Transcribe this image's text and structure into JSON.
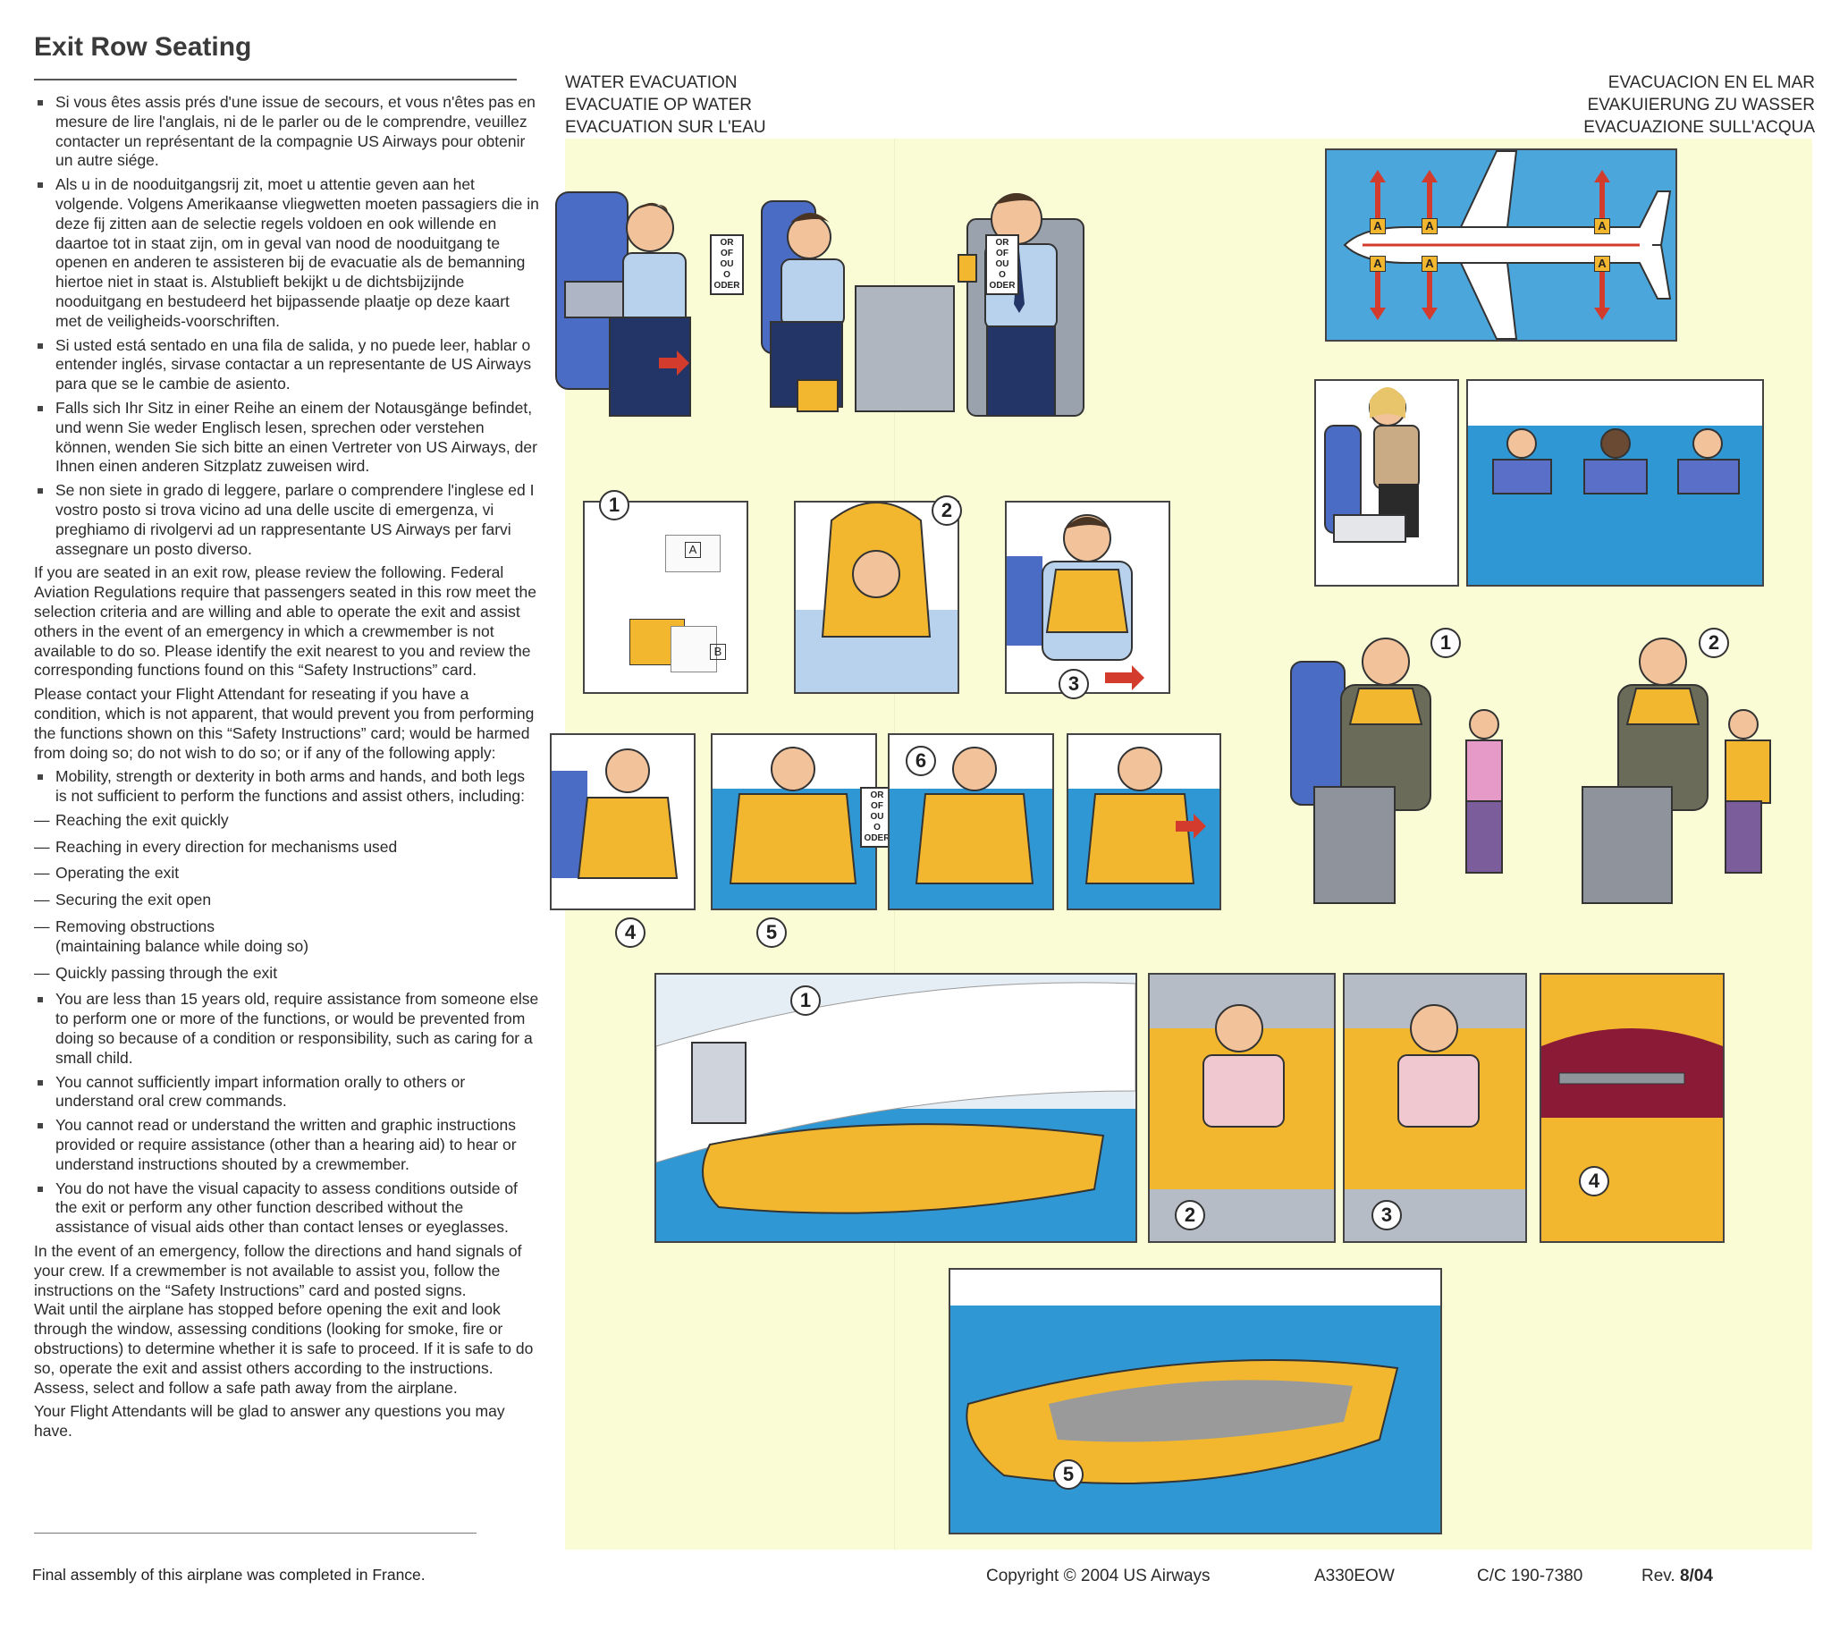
{
  "title": "Exit Row Seating",
  "bullets_intro": [
    "Si vous êtes assis prés d'une issue de secours, et vous n'êtes pas en mesure de lire l'anglais, ni de le parler ou de le comprendre, veuillez contacter un représentant de la compagnie US Airways pour obtenir un autre siége.",
    "Als u in de nooduitgangsrij zit, moet u attentie geven aan het volgende. Volgens Amerikaanse vliegwetten moeten passagiers die in deze fij zitten aan de selectie regels voldoen en ook willende en daartoe tot in staat zijn, om in geval van nood de nooduitgang te openen en anderen te assisteren bij de evacuatie als de bemanning hiertoe niet in staat is. Alstublieft bekijkt u de dichtsbijzijnde nooduitgang en bestudeerd het bijpassende plaatje op deze kaart met de veiligheids-voorschriften.",
    "Si usted está sentado en una fila de salida, y no puede leer, hablar o entender inglés, sirvase contactar a un representante de US Airways para que se le cambie de asiento.",
    "Falls sich Ihr Sitz in einer Reihe an einem der Notausgänge befindet, und wenn Sie weder Englisch lesen, sprechen oder verstehen können, wenden Sie sich bitte an einen Vertreter von US Airways, der Ihnen einen anderen Sitzplatz zuweisen wird.",
    "Se non siete in grado di leggere, parlare o comprendere l'inglese ed I vostro posto si trova vicino ad una delle uscite di emergenza, vi preghiamo di rivolgervi ad un rappresentante US Airways per farvi assegnare un posto diverso."
  ],
  "para_exit_row": "If you are seated in an exit row, please review the following. Federal Aviation Regulations require that passengers seated in this row meet the selection criteria and are willing and able to operate the exit and assist others in the event of an emergency in which a crewmember is not available to do so. Please identify the exit nearest to you and review the corresponding functions found on this “Safety Instructions” card.",
  "para_contact": "Please contact your Flight Attendant for reseating if you have a condition, which is not apparent, that would prevent you from performing the functions shown on this “Safety Instructions” card; would be harmed from doing so; do not wish to do so; or if any of the following apply:",
  "bullet_mobility": "Mobility, strength or dexterity in both arms and hands, and both legs is not sufficient to perform the functions and assist others, including:",
  "dashes": [
    "Reaching the exit quickly",
    "Reaching in every direction for mechanisms used",
    "Operating the exit",
    "Securing the exit open",
    "Removing obstructions",
    "Quickly passing through the exit"
  ],
  "dash_obstruction_note": "(maintaining balance while doing so)",
  "bullets_conditions": [
    "You are less than 15 years old, require assistance from someone else to perform one or more of the functions, or would be prevented from doing so because of a condition or responsibility, such as caring for a small child.",
    "You cannot sufficiently impart information orally to others or understand oral crew commands.",
    "You cannot read or understand the written and graphic instructions provided or require assistance (other than a hearing aid) to hear or understand instructions shouted by a crewmember.",
    "You do not have the visual capacity to assess conditions outside of the exit or perform any other function described without the assistance of visual aids other than contact lenses or eyeglasses."
  ],
  "para_emergency": "In the event of an emergency, follow the directions and hand signals of your crew. If a crewmember is not available to assist you, follow the instructions on the “Safety Instructions” card and posted signs.",
  "para_wait": "Wait until the airplane has stopped before opening the exit and look through the window, assessing conditions (looking for smoke, fire or obstructions) to determine whether it is safe to proceed. If it is safe to do so, operate the exit and assist others according to the instructions. Assess, select and follow a safe path away from the airplane.",
  "para_attendants": "Your Flight Attendants will be glad to answer any questions you may have.",
  "assembly_note": "Final assembly of this airplane was completed in France.",
  "heading_left": [
    "WATER EVACUATION",
    "EVACUATIE OP WATER",
    "EVACUATION SUR L'EAU"
  ],
  "heading_right": [
    "EVACUACION EN EL MAR",
    "EVAKUIERUNG ZU WASSER",
    "EVACUAZIONE SULL'ACQUA"
  ],
  "or_tag": [
    "OR",
    "OF",
    "OU",
    "O",
    "ODER"
  ],
  "packet_labels": [
    "A",
    "B"
  ],
  "exit_label": "A",
  "step_numbers": [
    "1",
    "2",
    "3",
    "4",
    "5",
    "6"
  ],
  "footer": {
    "copyright": "Copyright © 2004 US Airways",
    "model": "A330EOW",
    "code": "C/C 190-7380",
    "rev_label": "Rev.",
    "rev_value": "8/04"
  }
}
